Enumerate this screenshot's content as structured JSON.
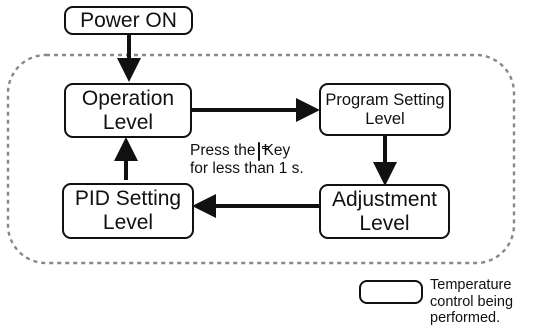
{
  "diagram": {
    "nodes": {
      "power_on": {
        "label": "Power ON"
      },
      "operation_level": {
        "lines": [
          "Operation",
          "Level"
        ]
      },
      "program_setting_level": {
        "lines": [
          "Program Setting",
          "Level"
        ]
      },
      "adjustment_level": {
        "lines": [
          "Adjustment",
          "Level"
        ]
      },
      "pid_setting_level": {
        "lines": [
          "PID Setting",
          "Level"
        ]
      }
    },
    "note": {
      "line1_before_icon": "Press the",
      "icon": "mode-key-icon",
      "line1_after_icon": "Key",
      "line2": "for less than 1 s."
    },
    "legend": {
      "lines": [
        "Temperature",
        "control being",
        "performed."
      ]
    },
    "edges": [
      {
        "from": "power_on",
        "to": "operation_level"
      },
      {
        "from": "operation_level",
        "to": "program_setting_level"
      },
      {
        "from": "program_setting_level",
        "to": "adjustment_level"
      },
      {
        "from": "adjustment_level",
        "to": "pid_setting_level"
      },
      {
        "from": "pid_setting_level",
        "to": "operation_level"
      }
    ],
    "colors": {
      "stroke": "#111111",
      "dashed_region": "#888888"
    }
  }
}
